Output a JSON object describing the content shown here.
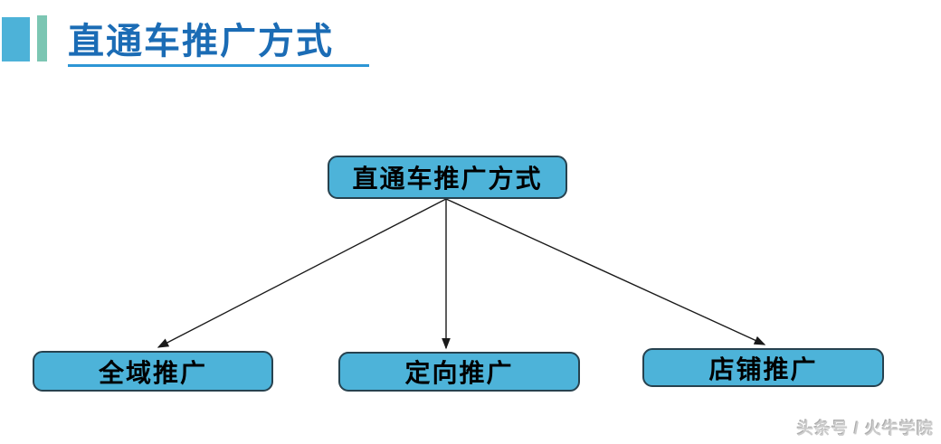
{
  "slide": {
    "title": "直通车推广方式",
    "watermark": "头条号 / 火牛学院"
  },
  "diagram": {
    "type": "tree",
    "root": {
      "label": "直通车推广方式"
    },
    "children": [
      {
        "label": "全域推广"
      },
      {
        "label": "定向推广"
      },
      {
        "label": "店铺推广"
      }
    ],
    "edges": [
      {
        "from": "root",
        "to": "child-0",
        "arrow": "end"
      },
      {
        "from": "root",
        "to": "child-1",
        "arrow": "end"
      },
      {
        "from": "root",
        "to": "child-2",
        "arrow": "end"
      }
    ]
  },
  "colors": {
    "title_text": "#1b6cb5",
    "title_underline": "#2d96d5",
    "accent_square": "#4db2d8",
    "accent_bar": "#7cc6b3",
    "node_fill": "#4db3d9",
    "node_border": "#27424f",
    "arrow": "#1a1a1a",
    "watermark_text": "#cccccc"
  }
}
